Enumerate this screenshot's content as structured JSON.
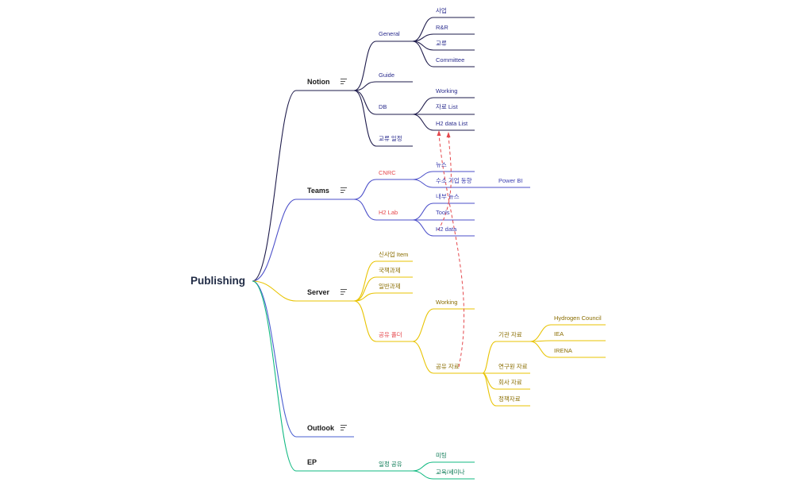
{
  "root": "Publishing",
  "colors": {
    "notion": "#1e1b4b",
    "teams": "#4b4fc9",
    "server": "#e8c300",
    "outlook": "#4a5fd0",
    "ep": "#10b981",
    "red_text": "#e5484d",
    "arrow": "#e5484d"
  },
  "branches": {
    "notion": {
      "label": "Notion",
      "general": {
        "label": "General",
        "items": [
          "사업",
          "R&R",
          "교류",
          "Committee"
        ]
      },
      "guide": "Guide",
      "db": {
        "label": "DB",
        "items": [
          "Working",
          "자료 List",
          "H2 data List"
        ]
      },
      "schedule": "교류 일정"
    },
    "teams": {
      "label": "Teams",
      "cnrc": {
        "label": "CNRC",
        "items": [
          "뉴스",
          "수소 기업 동향"
        ],
        "powerbi": "Power BI"
      },
      "h2lab": {
        "label": "H2 Lab",
        "items": [
          "내부 뉴스",
          "Tools",
          "H2 data"
        ]
      }
    },
    "server": {
      "label": "Server",
      "items": [
        "신사업 Item",
        "국책과제",
        "일반과제"
      ],
      "shared_folder": {
        "label": "공유 폴더",
        "working": "Working",
        "shared_docs": {
          "label": "공유 자료",
          "agency": {
            "label": "기관 자료",
            "items": [
              "Hydrogen Council",
              "IEA",
              "IRENA"
            ]
          },
          "others": [
            "연구원 자료",
            "회사 자료",
            "정책자료"
          ]
        }
      }
    },
    "outlook": {
      "label": "Outlook"
    },
    "ep": {
      "label": "EP",
      "sharing": {
        "label": "일정 공유",
        "items": [
          "미팅",
          "교육/세미나"
        ]
      }
    }
  }
}
